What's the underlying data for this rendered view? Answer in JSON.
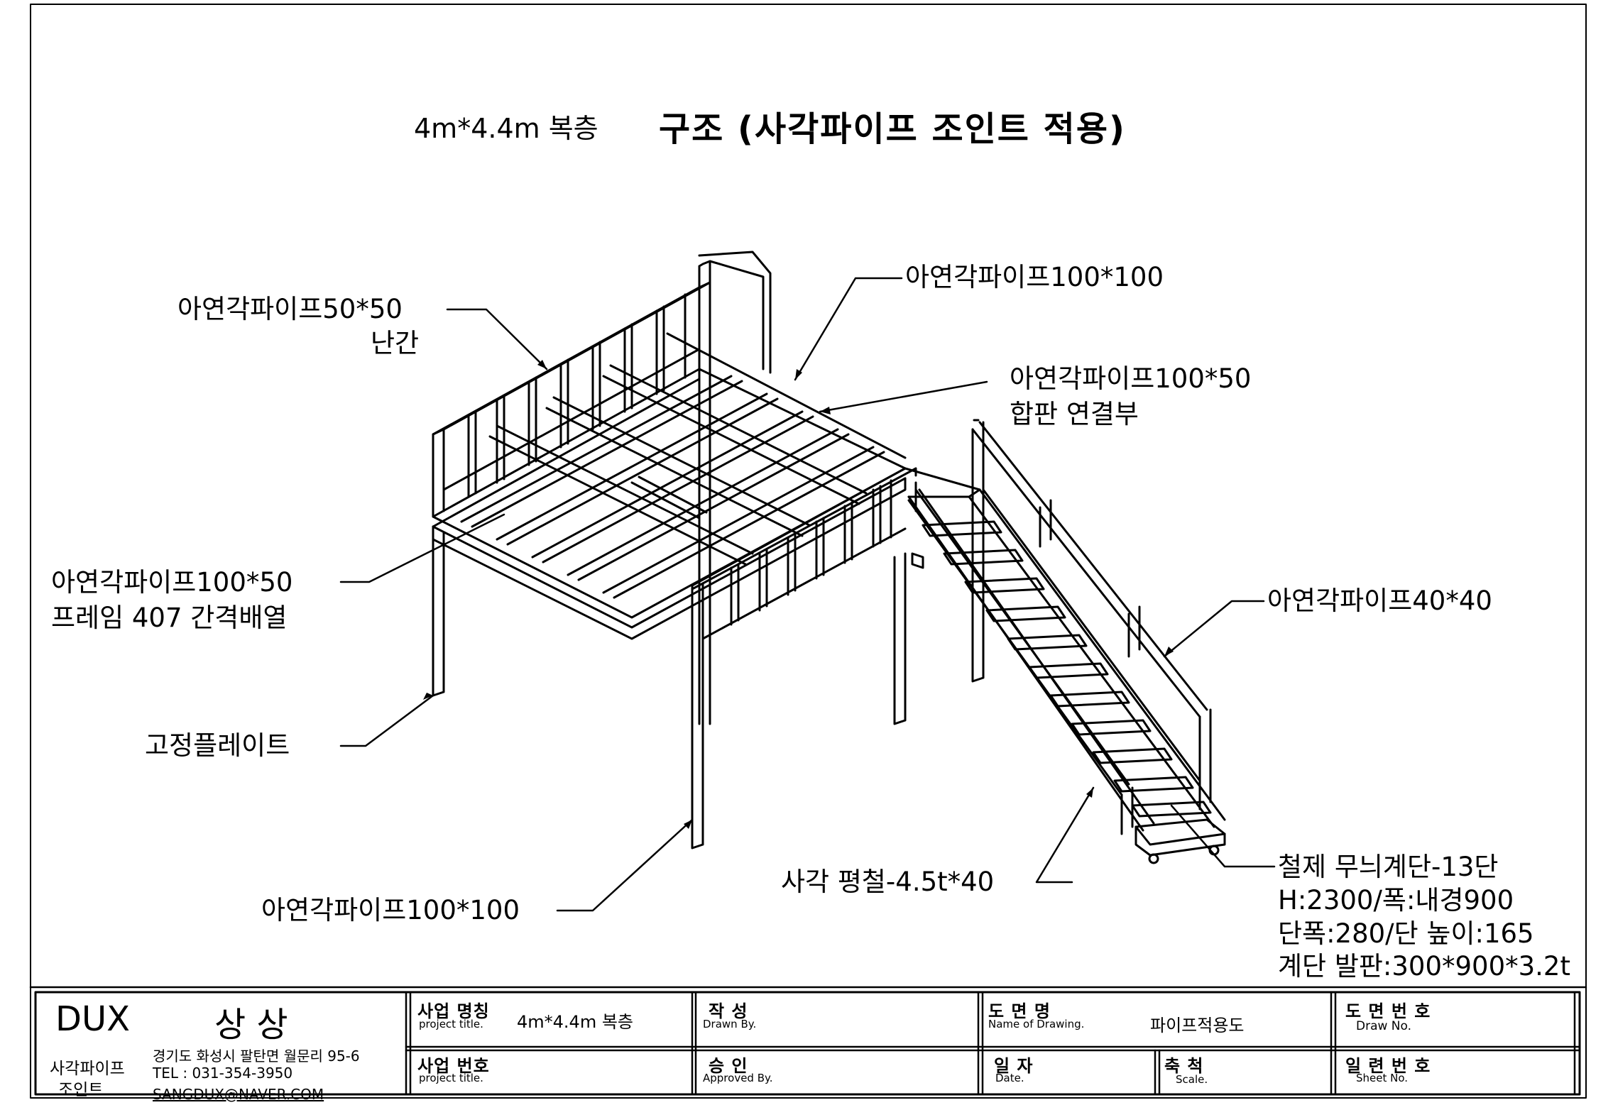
{
  "drawing": {
    "title_prefix": "4m*4.4m 복층",
    "title_main": "구조 (사각파이프 조인트 적용)"
  },
  "callouts": {
    "railing_pipe": "아연각파이프50*50",
    "railing_name": "난간",
    "top_pipe": "아연각파이프100*100",
    "plywood_pipe": "아연각파이프100*50",
    "plywood_joint": "합판 연결부",
    "frame_pipe": "아연각파이프100*50",
    "frame_spacing": "프레임 407 간격배열",
    "fixing_plate": "고정플레이트",
    "column_pipe": "아연각파이프100*100",
    "stair_rail_pipe": "아연각파이프40*40",
    "flat_bar": "사각 평철-4.5t*40",
    "stair_name": "철제 무늬계단-13단",
    "stair_height": "H:2300/폭:내경900",
    "stair_tread": "단폭:280/단 높이:165",
    "stair_plate": "계단 발판:300*900*3.2t"
  },
  "title_block": {
    "company": "DUX",
    "company_name": "상 상",
    "company_sub1": "사각파이프",
    "company_sub2": "조인트",
    "address": "경기도 화성시 팔탄면 월문리 95-6",
    "tel": "TEL : 031-354-3950",
    "email": "SANGDUX@NAVER.COM",
    "project_name_label": "사업 명칭",
    "project_name_sub": "project title.",
    "project_name_value": "4m*4.4m 복층",
    "project_no_label": "사업 번호",
    "project_no_sub": "project title.",
    "drawn_label": "작    성",
    "drawn_sub": "Drawn By.",
    "approved_label": "승    인",
    "approved_sub": "Approved By.",
    "drawing_name_label": "도   면   명",
    "drawing_name_sub": "Name of Drawing.",
    "drawing_name_value": "파이프적용도",
    "date_label": "일   자",
    "date_sub": "Date.",
    "scale_label": "축   척",
    "scale_sub": "Scale.",
    "drawing_no_label": "도 면 번 호",
    "drawing_no_sub": "Draw No.",
    "sheet_no_label": "일 련 번 호",
    "sheet_no_sub": "Sheet No."
  }
}
